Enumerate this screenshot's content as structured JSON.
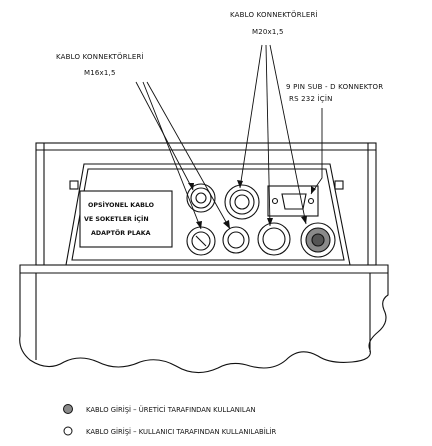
{
  "labels": {
    "connectors_m20_title": "KABLO KONNEKTÖRLERİ",
    "connectors_m20_size": "M20x1,5",
    "connectors_m16_title": "KABLO KONNEKTÖRLERİ",
    "connectors_m16_size": "M16x1,5",
    "subd_line1": "9 PIN SUB - D KONNEKTOR",
    "subd_line2": "RS 232 İÇİN"
  },
  "adapter_plate": {
    "line1": "OPSİYONEL KABLO",
    "line2": "VE SOKETLER İÇİN",
    "line3": "ADAPTÖR PLAKA"
  },
  "legend": [
    {
      "symbol": "filled-circle-icon",
      "text": "KABLO GİRİŞİ – ÜRETİCİ TARAFINDAN KULLANILAN"
    },
    {
      "symbol": "open-circle-icon",
      "text": "KABLO GİRİŞİ – KULLANICI TARAFINDAN KULLANILABİLİR"
    }
  ],
  "colors": {
    "line": "#111111",
    "filled_entry": "#8a8a8a",
    "background": "#ffffff"
  }
}
